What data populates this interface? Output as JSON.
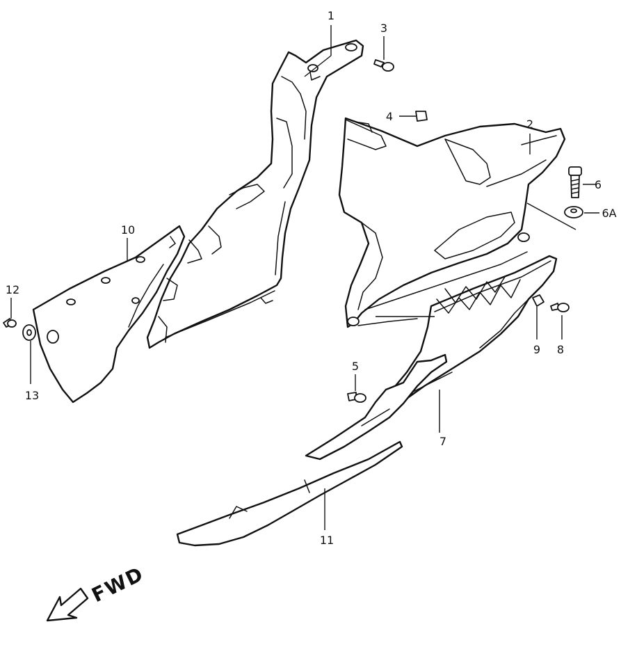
{
  "callouts": {
    "c1": "1",
    "c2": "2",
    "c3": "3",
    "c4": "4",
    "c5": "5",
    "c6": "6",
    "c6a": "6A",
    "c7": "7",
    "c8": "8",
    "c9": "9",
    "c10": "10",
    "c11": "11",
    "c12": "12",
    "c13": "13"
  },
  "direction": {
    "label": "FWD"
  }
}
